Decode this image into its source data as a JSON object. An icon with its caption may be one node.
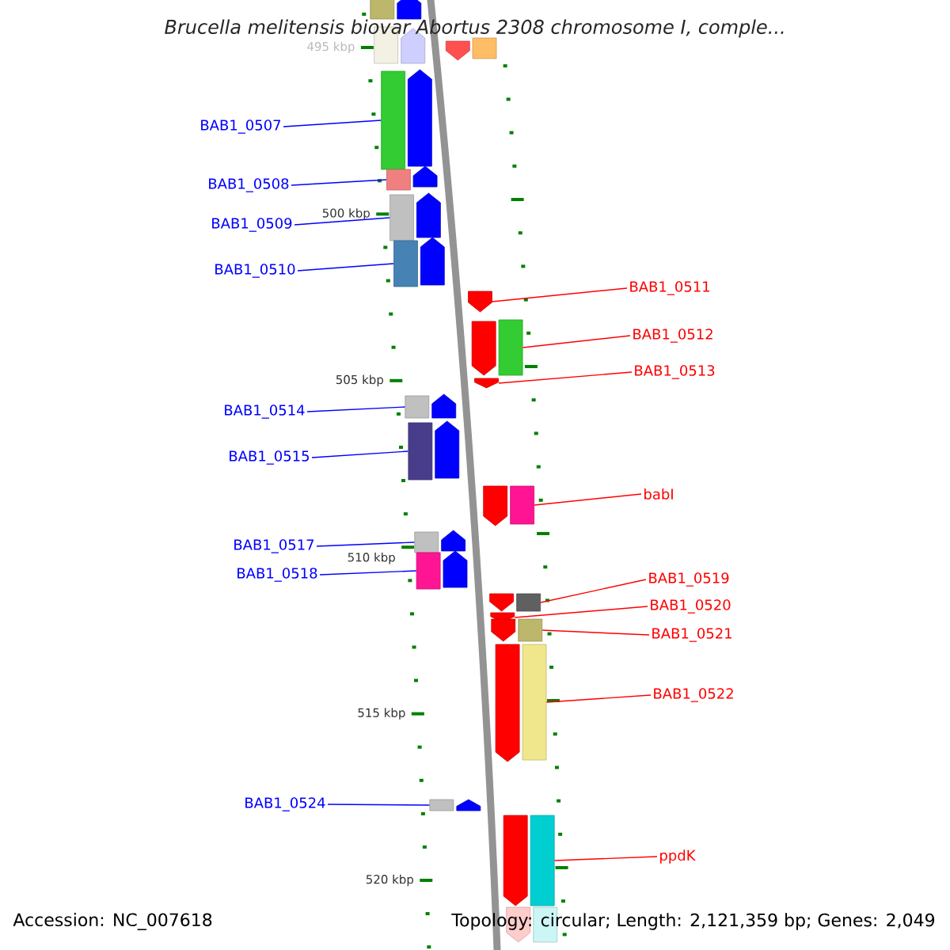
{
  "diagram": {
    "title": "Brucella melitensis biovar Abortus 2308 chromosome I, comple...",
    "nodes": [
      {
        "text": [
          "BAB1_0507"
        ]
      },
      {
        "text": [
          "BAB1_0508"
        ]
      },
      {
        "text": [
          "BAB1_0509"
        ]
      },
      {
        "text": [
          "BAB1_0510"
        ]
      },
      {
        "text": [
          "BAB1_0511"
        ]
      },
      {
        "text": [
          "BAB1_0512"
        ]
      },
      {
        "text": [
          "BAB1_0513"
        ]
      },
      {
        "text": [
          "BAB1_0514"
        ]
      },
      {
        "text": [
          "BAB1_0515"
        ]
      },
      {
        "text": [
          "babI"
        ]
      },
      {
        "text": [
          "BAB1_0517"
        ]
      },
      {
        "text": [
          "BAB1_0518"
        ]
      },
      {
        "text": [
          "BAB1_0519"
        ]
      },
      {
        "text": [
          "BAB1_0520"
        ]
      },
      {
        "text": [
          "BAB1_0521"
        ]
      },
      {
        "text": [
          "BAB1_0522"
        ]
      },
      {
        "text": [
          "BAB1_0524"
        ]
      },
      {
        "text": [
          "ppdK"
        ]
      },
      {
        "text": [],
        "shape": "bar"
      },
      {
        "text": [],
        "shape": "pentagon"
      },
      {
        "text": [],
        "shape": "bar"
      },
      {
        "text": [],
        "shape": "pentagon"
      },
      {
        "text": [],
        "shape": "pentagon"
      },
      {
        "text": [],
        "shape": "bar"
      },
      {
        "text": [],
        "shape": "bar"
      },
      {
        "text": [],
        "shape": "pentagon"
      },
      {
        "text": [],
        "shape": "bar"
      },
      {
        "text": [],
        "shape": "pentagon"
      },
      {
        "text": [],
        "shape": "bar"
      },
      {
        "text": [],
        "shape": "pentagon"
      },
      {
        "text": [],
        "shape": "bar"
      },
      {
        "text": [],
        "shape": "pentagon"
      },
      {
        "text": [],
        "shape": "pentagon"
      },
      {
        "text": [],
        "shape": "pentagon"
      },
      {
        "text": [],
        "shape": "bar"
      },
      {
        "text": [],
        "shape": "pentagon"
      },
      {
        "text": [],
        "shape": "bar"
      },
      {
        "text": [],
        "shape": "pentagon"
      },
      {
        "text": [],
        "shape": "bar"
      },
      {
        "text": [],
        "shape": "pentagon"
      },
      {
        "text": [],
        "shape": "pentagon"
      },
      {
        "text": [],
        "shape": "bar"
      },
      {
        "text": [],
        "shape": "bar"
      },
      {
        "text": [],
        "shape": "pentagon"
      },
      {
        "text": [],
        "shape": "bar"
      },
      {
        "text": [],
        "shape": "pentagon"
      },
      {
        "text": [],
        "shape": "pentagon"
      },
      {
        "text": [],
        "shape": "bar"
      },
      {
        "text": [],
        "shape": "pentagon"
      },
      {
        "text": [],
        "shape": "pentagon"
      },
      {
        "text": [],
        "shape": "bar"
      },
      {
        "text": [],
        "shape": "pentagon"
      },
      {
        "text": [],
        "shape": "bar"
      },
      {
        "text": [],
        "shape": "bar"
      },
      {
        "text": [],
        "shape": "pentagon"
      },
      {
        "text": [],
        "shape": "pentagon"
      },
      {
        "text": [],
        "shape": "bar"
      },
      {
        "text": [],
        "shape": "pentagon"
      },
      {
        "text": [],
        "shape": "bar"
      }
    ],
    "edges": [
      {
        "from": 0,
        "to": 24,
        "arrow": "none",
        "color": "#0000ff"
      },
      {
        "from": 1,
        "to": 26,
        "arrow": "none",
        "color": "#0000ff"
      },
      {
        "from": 2,
        "to": 28,
        "arrow": "none",
        "color": "#0000ff"
      },
      {
        "from": 3,
        "to": 30,
        "arrow": "none",
        "color": "#0000ff"
      },
      {
        "from": 4,
        "to": 32,
        "arrow": "none",
        "color": "#ff0000"
      },
      {
        "from": 5,
        "to": 34,
        "arrow": "none",
        "color": "#ff0000"
      },
      {
        "from": 6,
        "to": 35,
        "arrow": "none",
        "color": "#ff0000"
      },
      {
        "from": 7,
        "to": 36,
        "arrow": "none",
        "color": "#0000ff"
      },
      {
        "from": 8,
        "to": 38,
        "arrow": "none",
        "color": "#0000ff"
      },
      {
        "from": 9,
        "to": 41,
        "arrow": "none",
        "color": "#ff0000"
      },
      {
        "from": 10,
        "to": 42,
        "arrow": "none",
        "color": "#0000ff"
      },
      {
        "from": 11,
        "to": 44,
        "arrow": "none",
        "color": "#0000ff"
      },
      {
        "from": 12,
        "to": 47,
        "arrow": "none",
        "color": "#ff0000"
      },
      {
        "from": 13,
        "to": 48,
        "arrow": "none",
        "color": "#ff0000"
      },
      {
        "from": 14,
        "to": 50,
        "arrow": "none",
        "color": "#ff0000"
      },
      {
        "from": 15,
        "to": 52,
        "arrow": "none",
        "color": "#ff0000"
      },
      {
        "from": 16,
        "to": 53,
        "arrow": "none",
        "color": "#0000ff"
      },
      {
        "from": 17,
        "to": 56,
        "arrow": "none",
        "color": "#ff0000"
      }
    ],
    "labels": [
      "495 kbp",
      "500 kbp",
      "505 kbp",
      "510 kbp",
      "515 kbp",
      "520 kbp",
      "Accession: NC_007618",
      "Topology: circular; Length: 2,121,359 bp; Genes: 2,049"
    ]
  }
}
